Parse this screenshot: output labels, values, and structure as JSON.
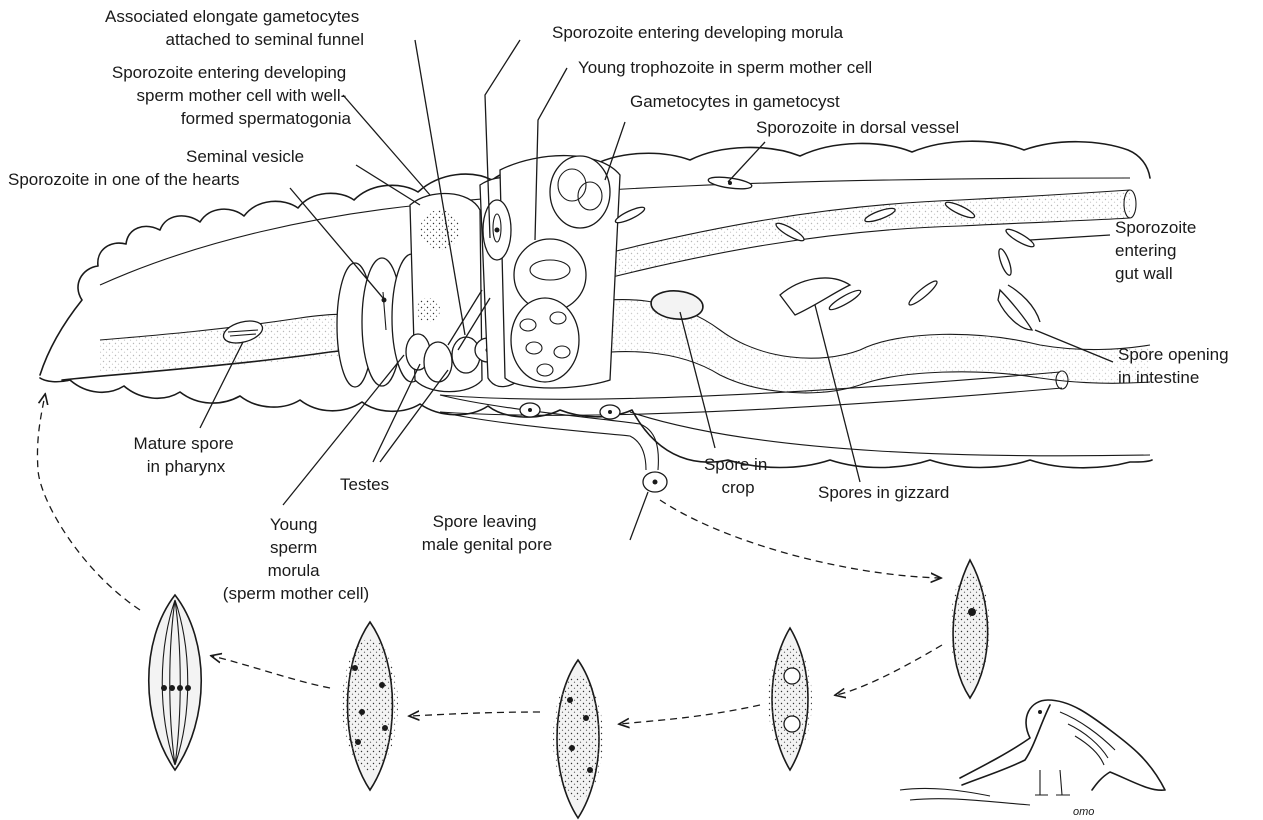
{
  "labels": {
    "associated_gametocytes": [
      "Associated elongate gametocytes",
      "attached to seminal funnel"
    ],
    "sporozoite_morula": [
      "Sporozoite entering developing morula"
    ],
    "young_trophozoite": [
      "Young trophozoite in sperm mother cell"
    ],
    "sporozoite_sperm_mother": [
      "Sporozoite entering developing",
      "sperm mother cell with well-",
      "formed spermatogonia"
    ],
    "gametocytes_gametocyst": [
      "Gametocytes in gametocyst"
    ],
    "sporozoite_dorsal_vessel": [
      "Sporozoite in dorsal vessel"
    ],
    "seminal_vesicle": [
      "Seminal vesicle"
    ],
    "sporozoite_hearts": [
      "Sporozoite in one of the hearts"
    ],
    "sporozoite_gut_wall": [
      "Sporozoite",
      "entering",
      "gut wall"
    ],
    "spore_opening": [
      "Spore opening",
      "in intestine"
    ],
    "mature_spore": [
      "Mature spore",
      "in pharynx"
    ],
    "testes": [
      "Testes"
    ],
    "young_sperm_morula": [
      "Young",
      "sperm",
      "morula",
      "(sperm mother cell)"
    ],
    "spore_leaving": [
      "Spore leaving",
      "male genital pore"
    ],
    "spore_crop": [
      "Spore in",
      "crop"
    ],
    "spores_gizzard": [
      "Spores in gizzard"
    ]
  },
  "signature": "omo"
}
